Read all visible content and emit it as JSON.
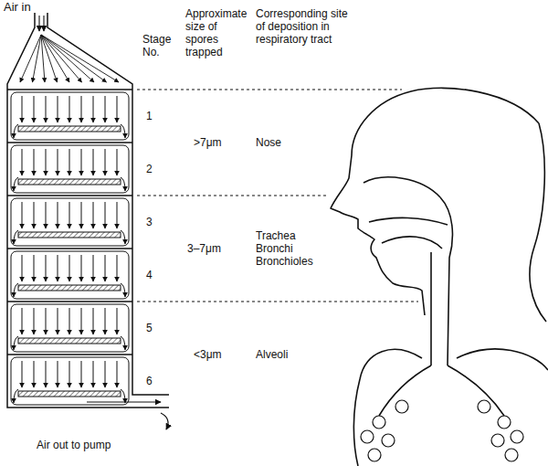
{
  "diagram": {
    "labels": [
      "Air in",
      "Stage No.",
      "Approximate size of spores trapped",
      "Corresponding site of deposition in respiratory tract",
      "1",
      "2",
      "3",
      "4",
      "5",
      "6",
      ">7μm",
      "Nose",
      "3–7μm",
      "Trachea",
      "Bronchi",
      "Bronchioles",
      "<3μm",
      "Alveoli",
      "Air out to pump"
    ]
  }
}
